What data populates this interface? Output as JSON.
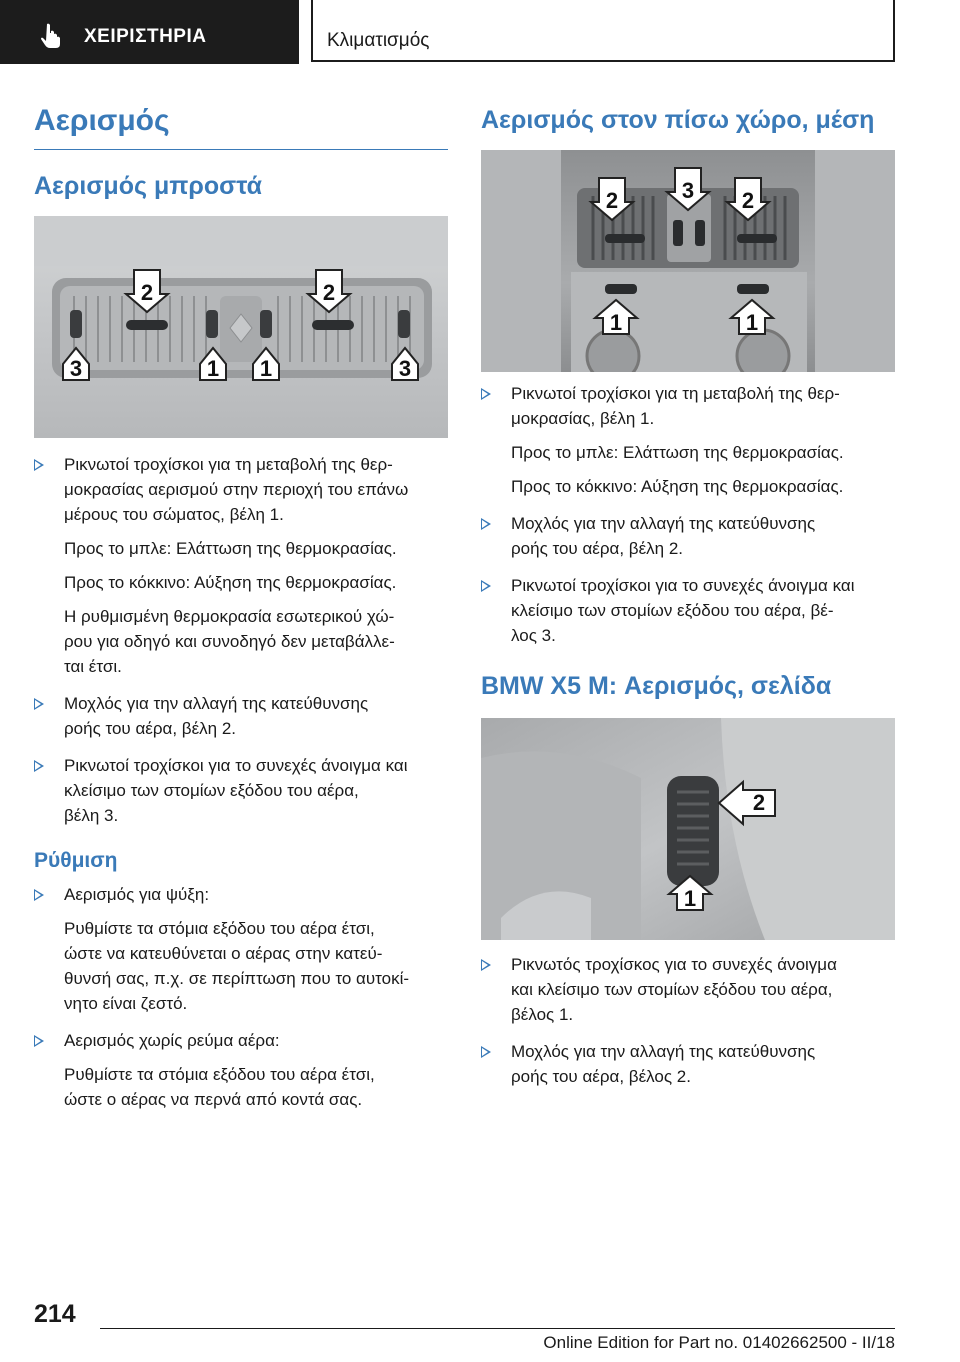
{
  "header": {
    "manual_label": "ΧΕΙΡΙΣΤΗΡΙΑ",
    "chapter_label": "Κλιματισμός"
  },
  "left": {
    "title": "Αερισμός",
    "front_heading": "Αερισμός μπροστά",
    "front_photo_callouts": [
      "2",
      "2",
      "3",
      "1",
      "1",
      "3"
    ],
    "front_items": [
      {
        "lines": [
          "Ρικνωτοί τροχίσκοι για τη μεταβολή της θερ-",
          "μοκρασίας αερισμού στην περιοχή του επάνω",
          "μέρους του σώματος, βέλη 1."
        ],
        "subs": [
          [
            "Προς το μπλε: Ελάττωση της θερμοκρασίας."
          ],
          [
            "Προς το κόκκινο: Αύξηση της θερμοκρασίας."
          ],
          [
            "Η ρυθμισμένη θερμοκρασία εσωτερικού χώ-",
            "ρου για οδηγό και συνοδηγό δεν μεταβάλλε-",
            "ται έτσι."
          ]
        ]
      },
      {
        "lines": [
          "Μοχλός για την αλλαγή της κατεύθυνσης",
          "ροής του αέρα, βέλη 2."
        ],
        "subs": []
      },
      {
        "lines": [
          "Ρικνωτοί τροχίσκοι για το συνεχές άνοιγμα και",
          "κλείσιμο των στομίων εξόδου του αέρα,",
          "βέλη 3."
        ],
        "subs": []
      }
    ],
    "settings_heading": "Ρύθμιση",
    "settings_items": [
      {
        "lines": [
          "Αερισμός για ψύξη:"
        ],
        "subs": [
          [
            "Ρυθμίστε τα στόμια εξόδου του αέρα έτσι,",
            "ώστε να κατευθύνεται ο αέρας στην κατεύ-",
            "θυνσή σας, π.χ. σε περίπτωση που το αυτοκί-",
            "νητο είναι ζεστό."
          ]
        ]
      },
      {
        "lines": [
          "Αερισμός χωρίς ρεύμα αέρα:"
        ],
        "subs": [
          [
            "Ρυθμίστε τα στόμια εξόδου του αέρα έτσι,",
            "ώστε ο αέρας να περνά από κοντά σας."
          ]
        ]
      }
    ]
  },
  "right": {
    "rear_heading": "Αερισμός στον πίσω χώρο, μέση",
    "rear_photo_callouts": [
      "2",
      "3",
      "2",
      "1",
      "1"
    ],
    "rear_items": [
      {
        "lines": [
          "Ρικνωτοί τροχίσκοι για τη μεταβολή της θερ-",
          "μοκρασίας, βέλη 1."
        ],
        "subs": [
          [
            "Προς το μπλε: Ελάττωση της θερμοκρασίας."
          ],
          [
            "Προς το κόκκινο: Αύξηση της θερμοκρασίας."
          ]
        ]
      },
      {
        "lines": [
          "Μοχλός για την αλλαγή της κατεύθυνσης",
          "ροής του αέρα, βέλη 2."
        ],
        "subs": []
      },
      {
        "lines": [
          "Ρικνωτοί τροχίσκοι για το συνεχές άνοιγμα και",
          "κλείσιμο των στομίων εξόδου του αέρα, βέ-",
          "λος 3."
        ],
        "subs": []
      }
    ],
    "x5m_heading": "BMW X5 M: Αερισμός, σελίδα",
    "side_photo_callouts": [
      "2",
      "1"
    ],
    "side_items": [
      {
        "lines": [
          "Ρικνωτός τροχίσκος για το συνεχές άνοιγμα",
          "και κλείσιμο των στομίων εξόδου του αέρα,",
          "βέλος 1."
        ],
        "subs": []
      },
      {
        "lines": [
          "Μοχλός για την αλλαγή της κατεύθυνσης",
          "ροής του αέρα, βέλος 2."
        ],
        "subs": []
      }
    ]
  },
  "footer": {
    "page_number": "214",
    "edition": "Online Edition for Part no. 01402662500 - II/18"
  }
}
